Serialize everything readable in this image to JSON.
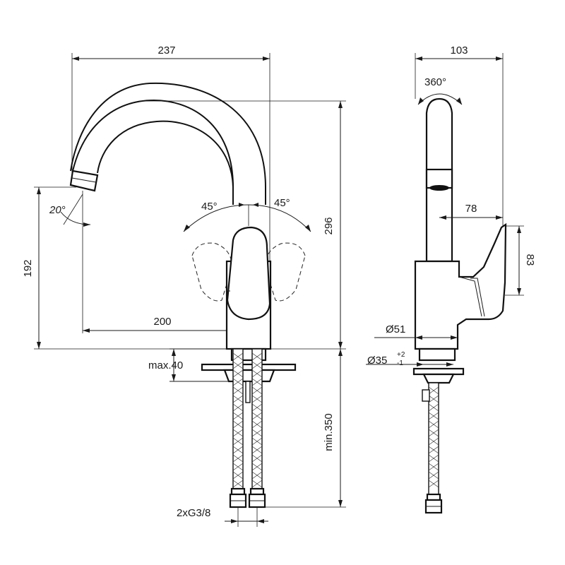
{
  "dimensions": {
    "overall_width": "237",
    "side_width": "103",
    "rotation": "360°",
    "spout_angle": "20°",
    "lever_left": "45°",
    "lever_right": "45°",
    "spout_height": "192",
    "total_height": "296",
    "reach": "200",
    "lever_reach": "78",
    "lever_height": "83",
    "base_diameter": "Ø51",
    "hole_diameter": "Ø35",
    "hole_tol_plus": "+2",
    "hole_tol_minus": "-1",
    "max_thickness": "max.40",
    "min_hose": "min.350",
    "connection": "2xG3/8"
  }
}
